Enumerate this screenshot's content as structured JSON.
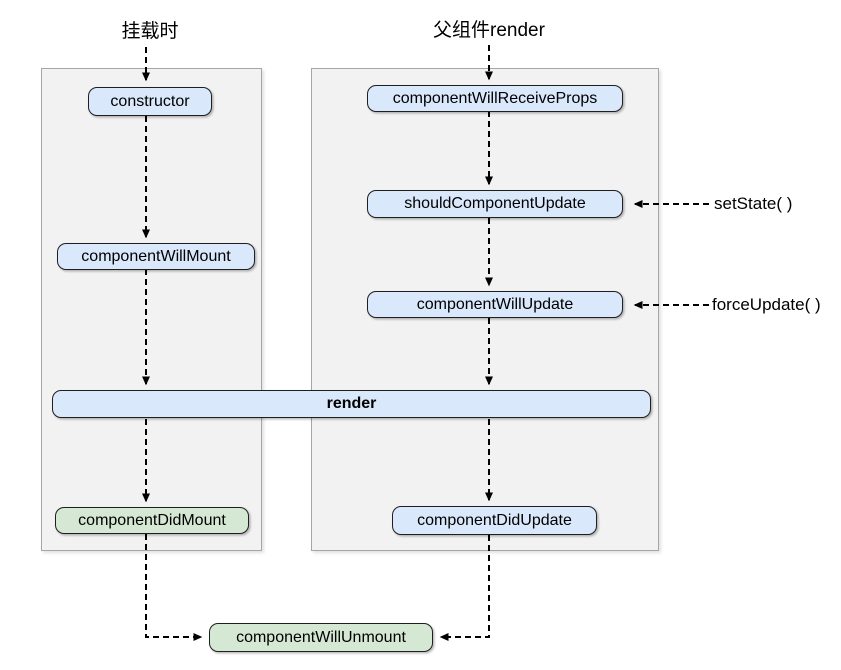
{
  "titles": {
    "mount": "挂载时",
    "parent_render": "父组件render"
  },
  "nodes": {
    "constructor": "constructor",
    "componentWillMount": "componentWillMount",
    "componentWillReceiveProps": "componentWillReceiveProps",
    "shouldComponentUpdate": "shouldComponentUpdate",
    "componentWillUpdate": "componentWillUpdate",
    "render": "render",
    "componentDidMount": "componentDidMount",
    "componentDidUpdate": "componentDidUpdate",
    "componentWillUnmount": "componentWillUnmount"
  },
  "annotations": {
    "setState": "setState( )",
    "forceUpdate": "forceUpdate( )"
  },
  "colors": {
    "node_blue": "#dae8fc",
    "node_green": "#d5e8d4",
    "panel_bg": "#f2f2f2",
    "panel_border": "#a6a6a6",
    "node_border": "#1f1f1f",
    "arrow": "#000000",
    "text": "#000000"
  }
}
